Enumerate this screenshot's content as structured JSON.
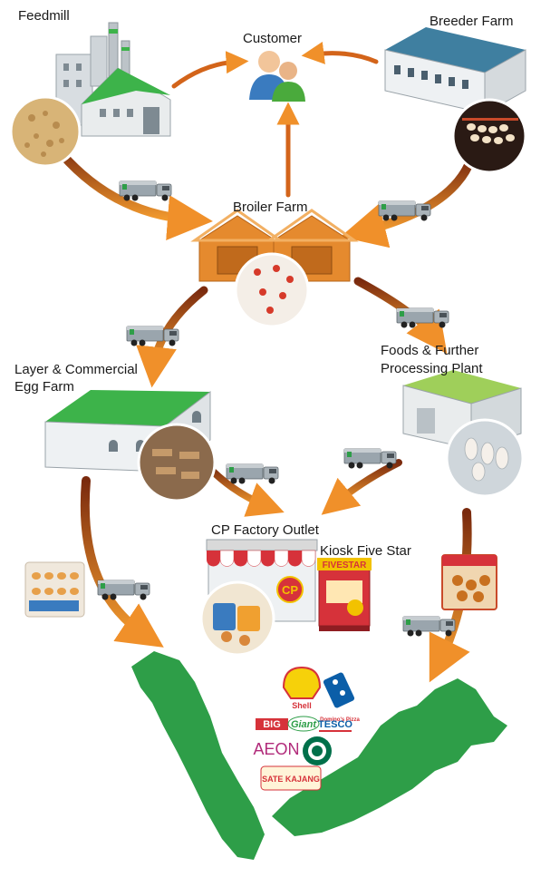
{
  "labels": {
    "feedmill": "Feedmill",
    "customer": "Customer",
    "breeder_farm": "Breeder Farm",
    "broiler_farm": "Broiler Farm",
    "layer_farm_line1": "Layer & Commercial",
    "layer_farm_line2": "Egg Farm",
    "foods_plant_line1": "Foods & Further",
    "foods_plant_line2": "Processing Plant",
    "cp_outlet": "CP Factory Outlet",
    "kiosk": "Kiosk Five Star"
  },
  "brands": {
    "shell": "Shell",
    "dominos": "Domino's Pizza",
    "big": "BIG",
    "giant": "Giant",
    "tesco": "TESCO",
    "aeon": "AEON",
    "satay": "SATE KAJANG",
    "cp_sign": "CP",
    "fivestar_sign": "FIVESTAR"
  },
  "colors": {
    "arrow": "#e8731a",
    "map_green": "#2e9e48",
    "roof_green": "#3db34a",
    "barn_orange": "#e58a2e",
    "truck_grey": "#8e9aa3"
  },
  "icons": [
    "factory-icon",
    "customer-icon",
    "breeder-building-icon",
    "truck-icon",
    "barn-icon",
    "warehouse-icon",
    "shop-icon",
    "kiosk-icon",
    "malaysia-map-icon"
  ]
}
